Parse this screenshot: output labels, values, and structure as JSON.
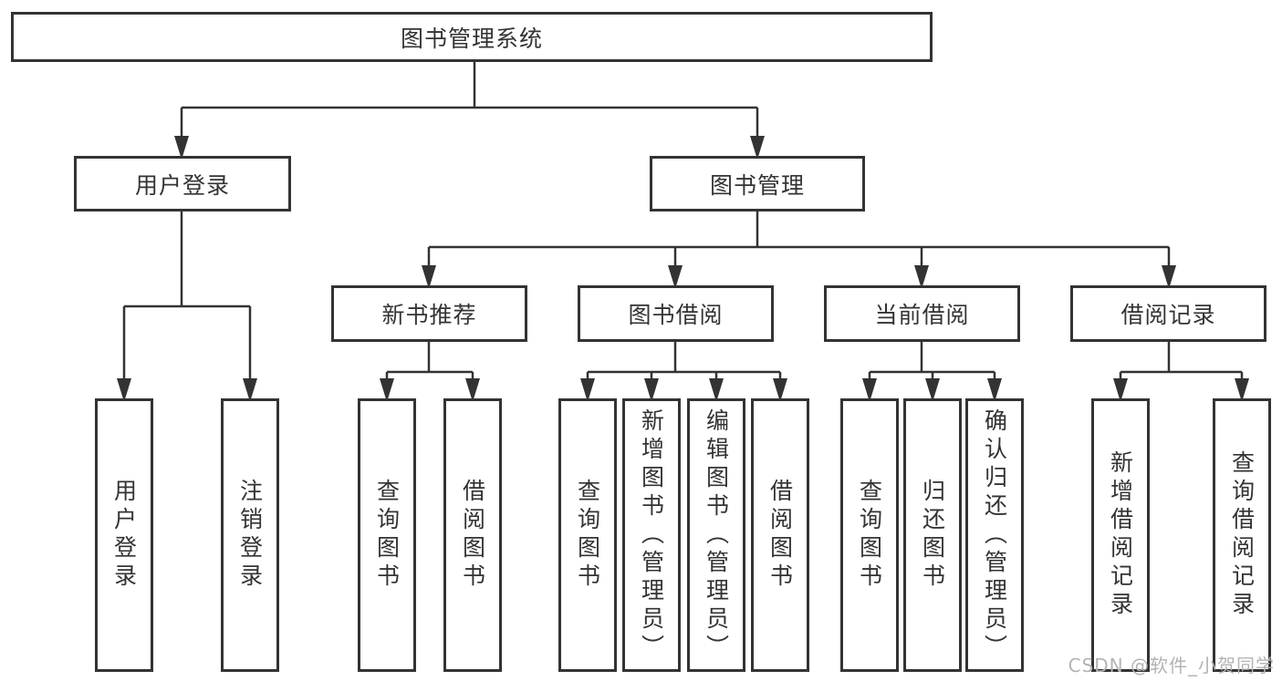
{
  "colors": {
    "line": "#333333",
    "box_border": "#333333",
    "text": "#333333",
    "background": "#ffffff",
    "watermark": "#b3b3b3"
  },
  "watermark": {
    "text": "CSDN @软件_小贺同学"
  },
  "tree": {
    "root": {
      "label": "图书管理系统"
    },
    "branches": [
      {
        "label": "用户登录",
        "children": [
          {
            "label": "用户登录"
          },
          {
            "label": "注销登录"
          }
        ]
      },
      {
        "label": "图书管理",
        "children": [
          {
            "label": "新书推荐",
            "children": [
              {
                "label": "查询图书"
              },
              {
                "label": "借阅图书"
              }
            ]
          },
          {
            "label": "图书借阅",
            "children": [
              {
                "label": "查询图书"
              },
              {
                "label": "新增图书（管理员）"
              },
              {
                "label": "编辑图书（管理员）"
              },
              {
                "label": "借阅图书"
              }
            ]
          },
          {
            "label": "当前借阅",
            "children": [
              {
                "label": "查询图书"
              },
              {
                "label": "归还图书"
              },
              {
                "label": "确认归还（管理员）"
              }
            ]
          },
          {
            "label": "借阅记录",
            "children": [
              {
                "label": "新增借阅记录"
              },
              {
                "label": "查询借阅记录"
              }
            ]
          }
        ]
      }
    ]
  }
}
